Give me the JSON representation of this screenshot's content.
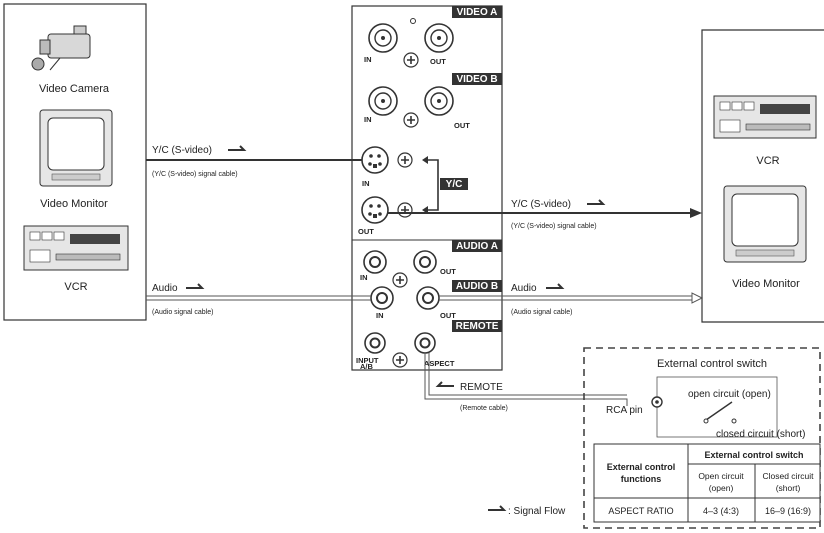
{
  "left_devices": {
    "camera_label": "Video Camera",
    "monitor_label": "Video Monitor",
    "vcr_label": "VCR"
  },
  "right_devices": {
    "vcr_label": "VCR",
    "monitor_label": "Video Monitor"
  },
  "panel": {
    "video_a": "VIDEO A",
    "video_b": "VIDEO B",
    "audio_a": "AUDIO A",
    "audio_b": "AUDIO B",
    "remote": "REMOTE",
    "yc_badge": "Y/C",
    "in_label": "IN",
    "out_label": "OUT",
    "input_ab_label_1": "INPUT",
    "input_ab_label_2": "A/B",
    "aspect_label": "ASPECT"
  },
  "cables": {
    "yc_in_label": "Y/C (S-video)",
    "yc_in_caption": "(Y/C (S-video) signal cable)",
    "yc_out_label": "Y/C (S-video)",
    "yc_out_caption": "(Y/C (S-video) signal cable)",
    "audio_in_label": "Audio",
    "audio_in_caption": "(Audio signal cable)",
    "audio_out_label": "Audio",
    "audio_out_caption": "(Audio signal cable)",
    "remote_label": "REMOTE",
    "remote_caption": "(Remote cable)"
  },
  "external_switch": {
    "title": "External control switch",
    "rca_pin": "RCA pin",
    "open_circuit": "open circuit (open)",
    "closed_circuit": "closed circuit (short)",
    "table": {
      "row_header_1": "External control",
      "row_header_2": "functions",
      "col_group": "External control switch",
      "col1_line1": "Open circuit",
      "col1_line2": "(open)",
      "col2_line1": "Closed circuit",
      "col2_line2": "(short)",
      "row_label": "ASPECT RATIO",
      "row_val1": "4–3 (4:3)",
      "row_val2": "16–9 (16:9)"
    }
  },
  "legend": {
    "signal_flow": ": Signal Flow"
  }
}
